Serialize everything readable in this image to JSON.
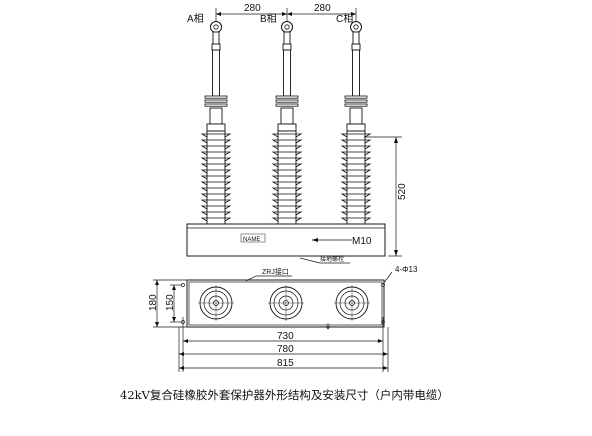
{
  "phase_labels": [
    "A相",
    "B相",
    "C相"
  ],
  "dimensions": {
    "spacing_ab": "280",
    "spacing_bc": "280",
    "height": "520",
    "bolt": "M10",
    "hole": "4-Φ13",
    "length_inner": "730",
    "length_mid": "780",
    "length_outer": "815",
    "width_outer": "180",
    "width_inner": "150"
  },
  "callouts": {
    "ground_bolt": "接地螺栓",
    "zrj_port": "ZRJ接口"
  },
  "nameplate": "NAME",
  "caption": "42kV复合硅橡胶外套保护器外形结构及安装尺寸（户内带电缆）"
}
